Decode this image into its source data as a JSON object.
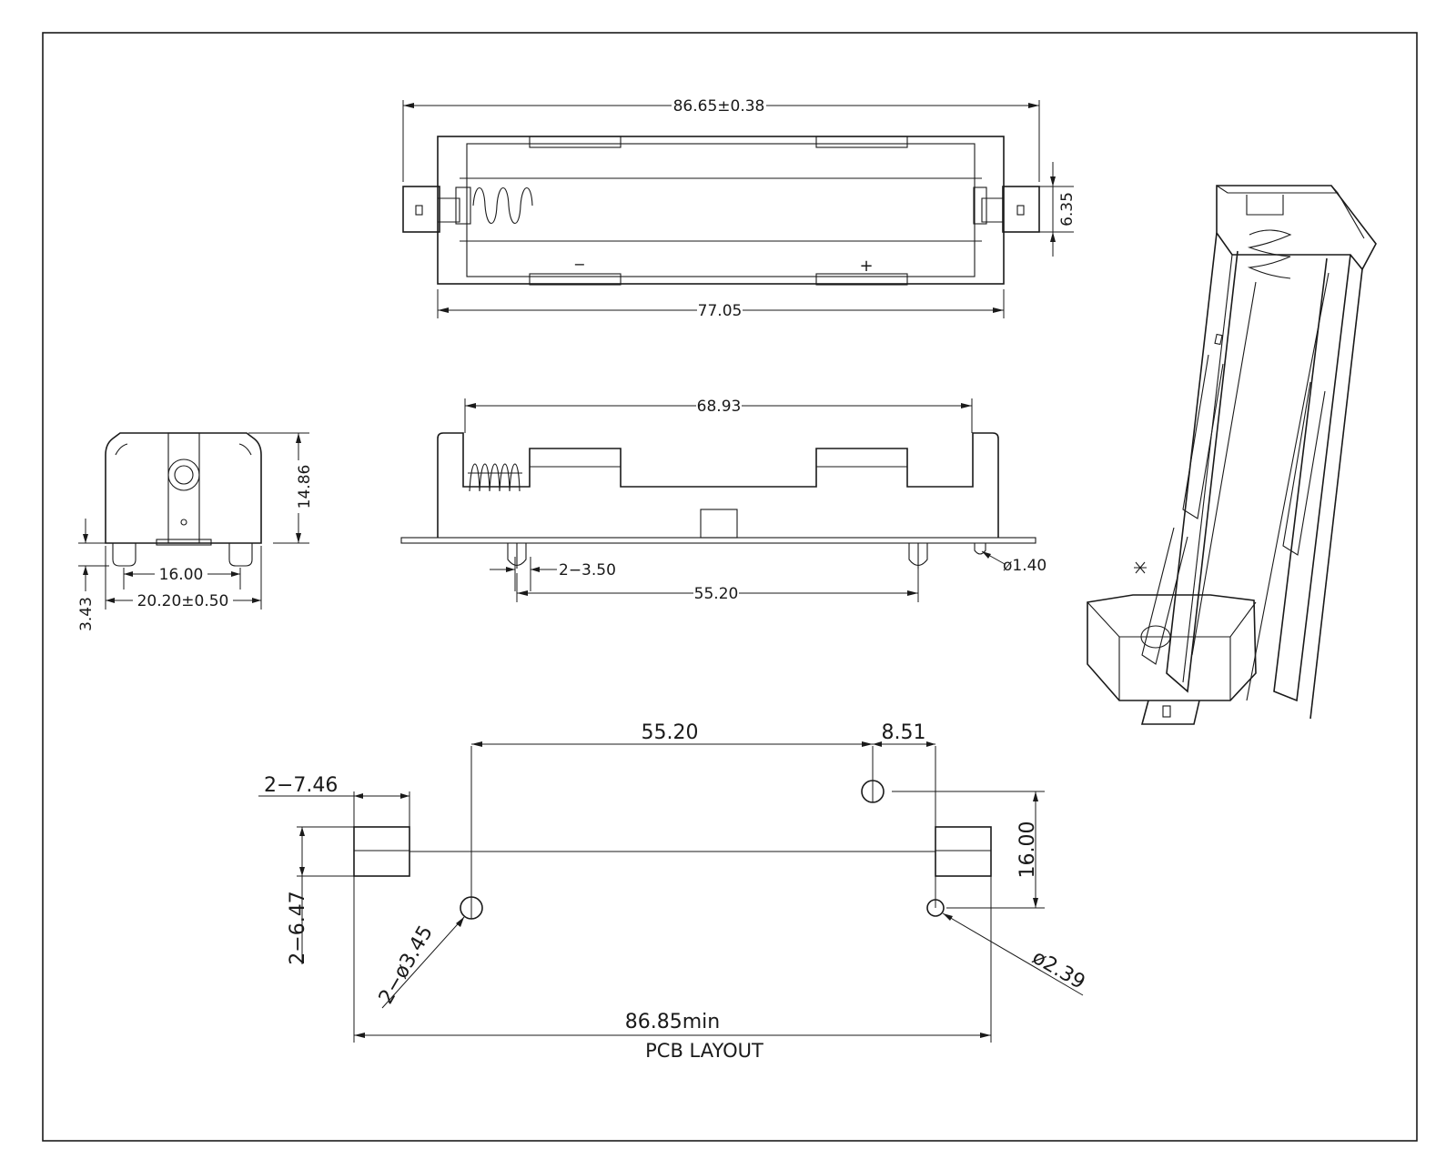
{
  "drawing": {
    "top_view": {
      "overall_length": "86.65±0.38",
      "body_length": "77.05",
      "terminal_width": "6.35",
      "polarity_minus": "−",
      "polarity_plus": "+"
    },
    "front_view": {
      "contact_span": "68.93",
      "peg_diameter": "2−3.50",
      "peg_spacing": "55.20",
      "pin_diameter": "ø1.40"
    },
    "end_view": {
      "height": "14.86",
      "pin_height": "3.43",
      "peg_spacing": "16.00",
      "width": "20.20±0.50"
    },
    "pcb_layout": {
      "title": "PCB LAYOUT",
      "hole_spacing": "55.20",
      "hole_offset": "8.51",
      "pad_width": "2−7.46",
      "pad_height": "2−6.47",
      "row_spacing": "16.00",
      "large_hole": "2−ø3.45",
      "small_hole": "ø2.39",
      "min_length": "86.85min"
    }
  }
}
